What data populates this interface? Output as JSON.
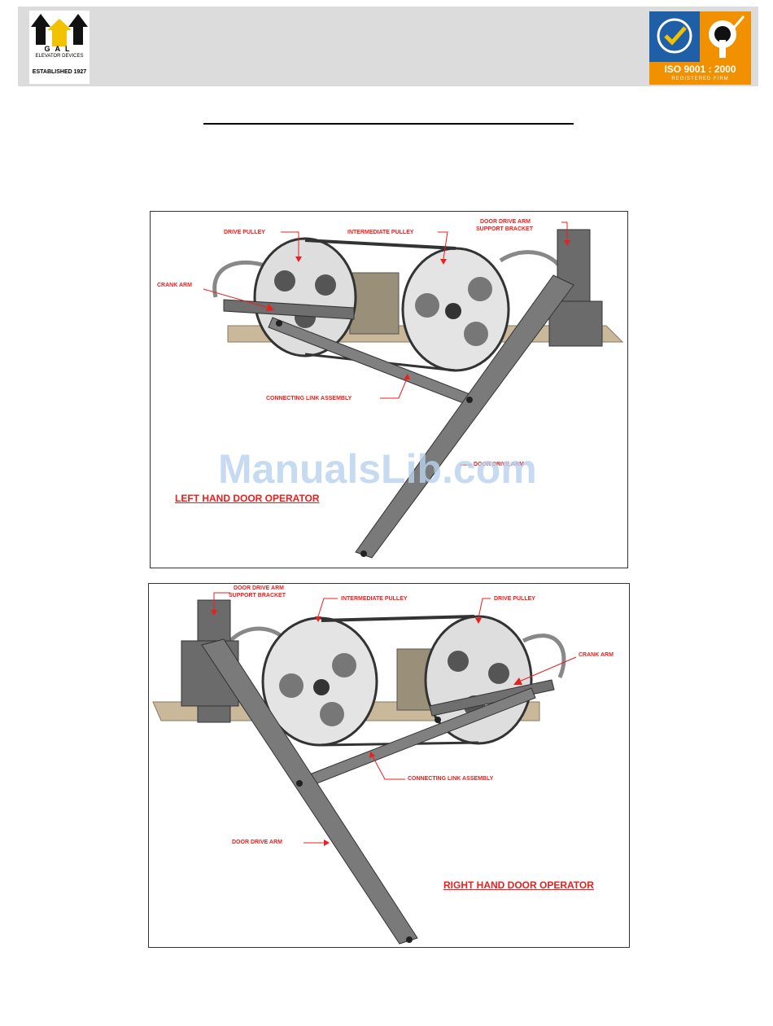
{
  "header": {
    "gal_logo": {
      "letters": "GAL",
      "arc_text": "ELEVATOR DEVICES",
      "tagline": "ESTABLISHED 1927"
    },
    "iso_logo": {
      "text": "ISO 9001 : 2000",
      "subtext": "REGISTERED FIRM"
    }
  },
  "figure_left": {
    "labels": {
      "drive_pulley": "DRIVE PULLEY",
      "intermediate_pulley": "INTERMEDIATE PULLEY",
      "support_bracket_1": "DOOR DRIVE ARM",
      "support_bracket_2": "SUPPORT BRACKET",
      "crank_arm": "CRANK ARM",
      "connecting_link": "CONNECTING LINK ASSEMBLY",
      "door_drive_arm": "DOOR DRIVE ARM"
    },
    "caption": "LEFT HAND DOOR OPERATOR"
  },
  "figure_right": {
    "labels": {
      "support_bracket_1": "DOOR DRIVE ARM",
      "support_bracket_2": "SUPPORT BRACKET",
      "intermediate_pulley": "INTERMEDIATE PULLEY",
      "drive_pulley": "DRIVE PULLEY",
      "crank_arm": "CRANK ARM",
      "connecting_link": "CONNECTING LINK ASSEMBLY",
      "door_drive_arm": "DOOR DRIVE ARM"
    },
    "caption": "RIGHT HAND DOOR OPERATOR"
  },
  "watermark": "ManualsLib.com",
  "colors": {
    "label_red": "#e8201e",
    "header_gray": "#dcdcdc",
    "iso_orange": "#f29100"
  }
}
